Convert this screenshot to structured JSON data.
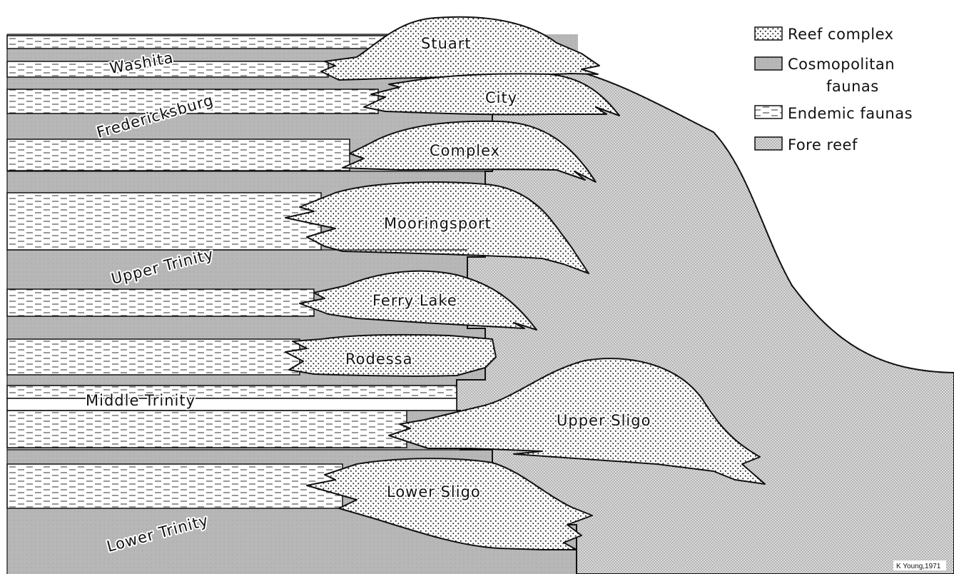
{
  "legend": {
    "items": [
      {
        "key": "reef",
        "label": "Reef complex"
      },
      {
        "key": "cosmo",
        "label": "Cosmopolitan",
        "label2": "faunas"
      },
      {
        "key": "endemic",
        "label": "Endemic faunas"
      },
      {
        "key": "fore",
        "label": "Fore reef"
      }
    ]
  },
  "reef_labels": {
    "stuart": "Stuart",
    "city": "City",
    "complex": "Complex",
    "mooringsport": "Mooringsport",
    "ferry_lake": "Ferry Lake",
    "rodessa": "Rodessa",
    "upper_sligo": "Upper Sligo",
    "lower_sligo": "Lower Sligo"
  },
  "unit_labels": {
    "washita": "Washita",
    "fredericksburg": "Fredericksburg",
    "upper_trinity": "Upper Trinity",
    "middle_trinity": "Middle Trinity",
    "lower_trinity": "Lower Trinity"
  },
  "credit": "K Young,1971",
  "colors": {
    "ink": "#111111",
    "cosmopolitan": "#b4b4b4",
    "fore_reef": "#d3d3d3",
    "paper": "#ffffff"
  }
}
